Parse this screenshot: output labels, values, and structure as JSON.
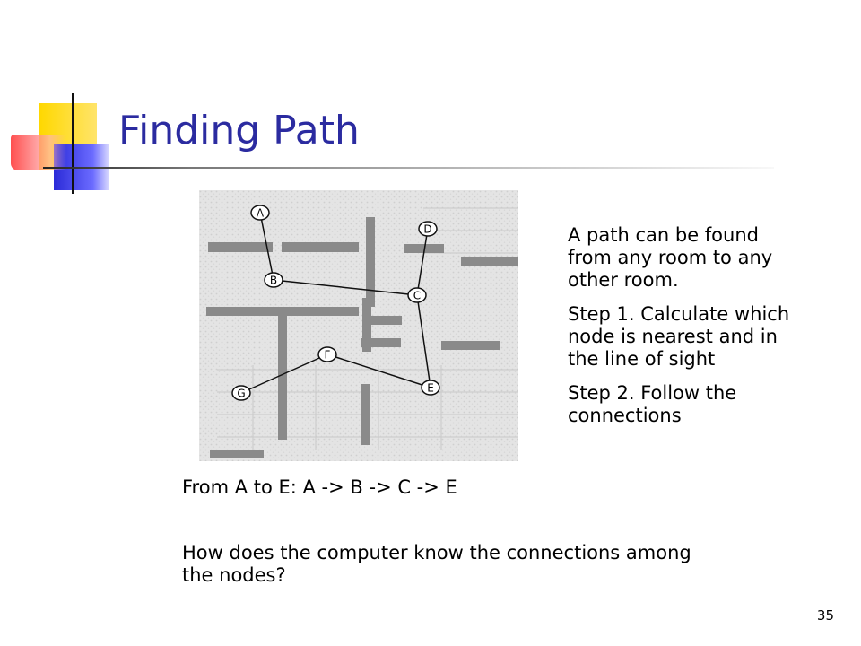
{
  "slide": {
    "title": "Finding Path",
    "number": "35"
  },
  "diagram": {
    "nodes": [
      {
        "id": "A",
        "label": "A"
      },
      {
        "id": "B",
        "label": "B"
      },
      {
        "id": "C",
        "label": "C"
      },
      {
        "id": "D",
        "label": "D"
      },
      {
        "id": "E",
        "label": "E"
      },
      {
        "id": "F",
        "label": "F"
      },
      {
        "id": "G",
        "label": "G"
      }
    ],
    "edges": [
      [
        "A",
        "B"
      ],
      [
        "B",
        "C"
      ],
      [
        "D",
        "C"
      ],
      [
        "C",
        "E"
      ],
      [
        "E",
        "F"
      ],
      [
        "F",
        "G"
      ]
    ]
  },
  "bullets": [
    "A path can be found from any room to any other room.",
    "Step 1. Calculate which node is nearest and in the line of sight",
    "Step 2. Follow the connections"
  ],
  "route_text": "From A to E: A -> B -> C -> E",
  "question_text": "How does the computer know the connections among the nodes?"
}
